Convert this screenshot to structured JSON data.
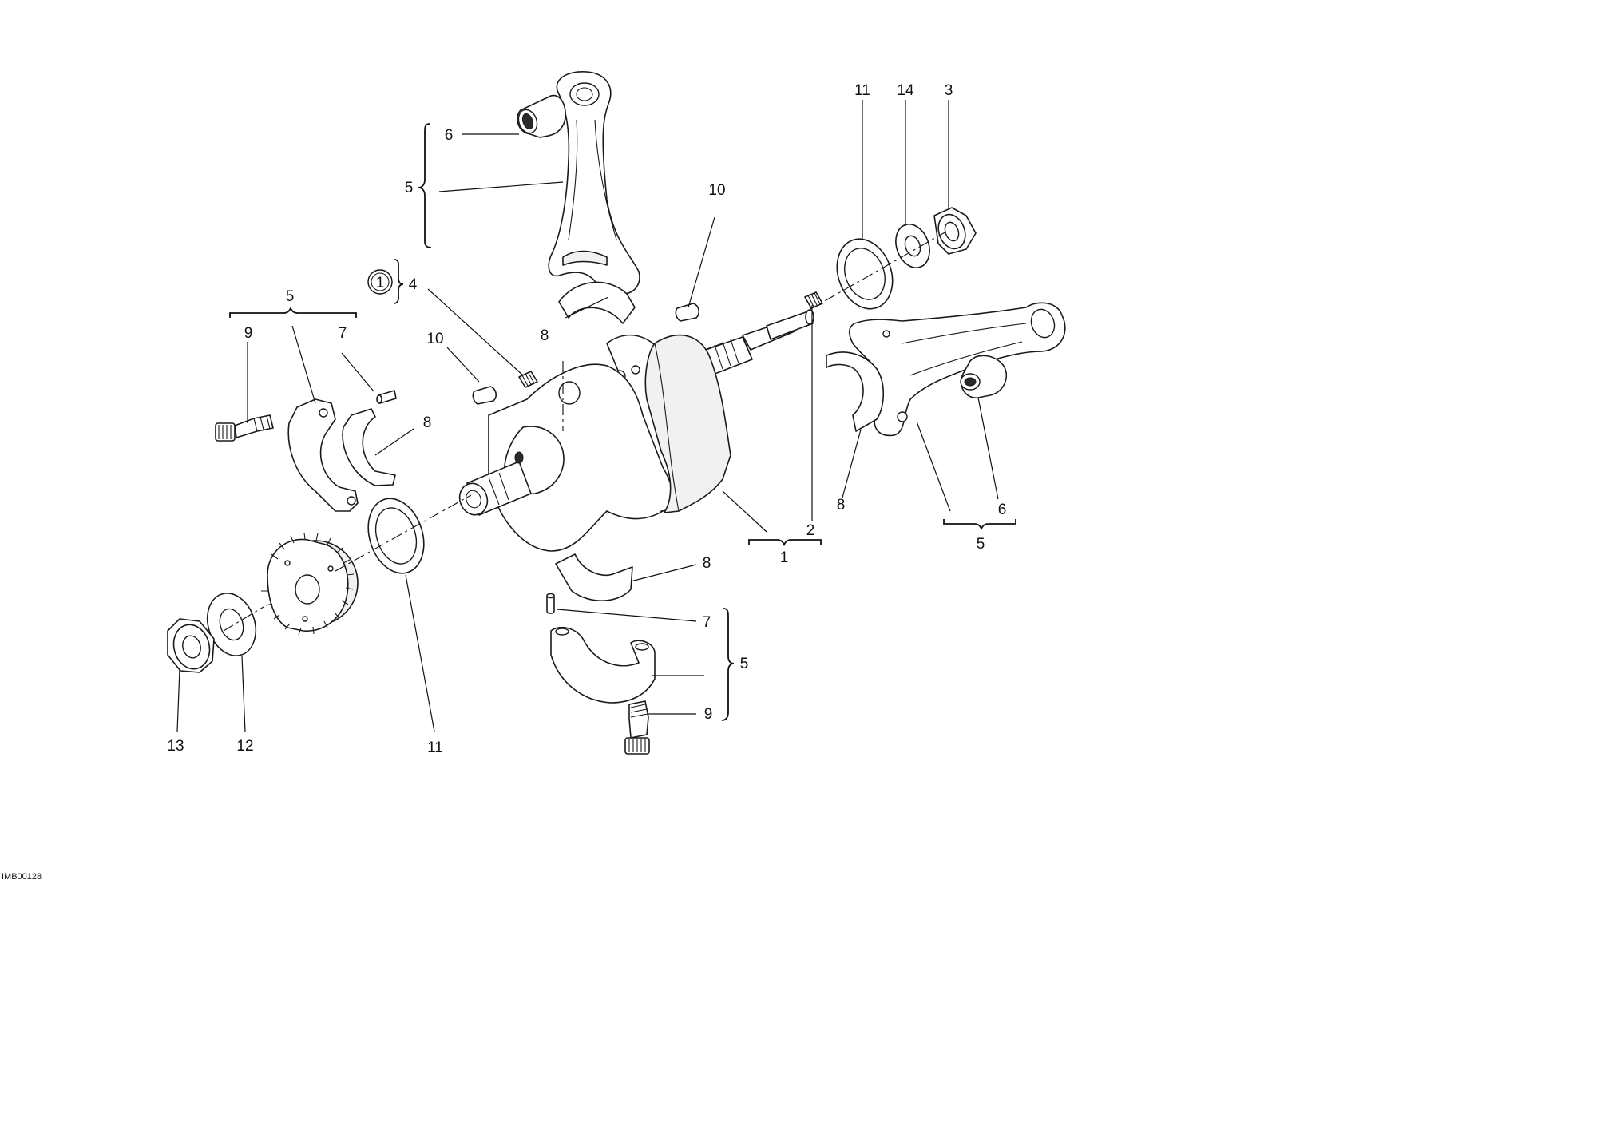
{
  "diagram_code": "IMB00128",
  "labels": {
    "rod_top_small_bush": "6",
    "rod_top_assembly": "5",
    "note_circle": "1",
    "grub_screw_left": "4",
    "left_cap_group": "5",
    "left_cap_screw": "9",
    "left_cap_pin": "7",
    "left_key": "10",
    "left_shell": "8",
    "rod_top_shell": "8",
    "right_key": "10",
    "right_thrust_washer": "11",
    "right_washer": "14",
    "right_nut": "3",
    "crank_plug": "2",
    "crankshaft_group": "1",
    "right_rod_shell": "8",
    "right_rod_bush": "6",
    "right_rod_group": "5",
    "bottom_shell": "8",
    "bottom_pin": "7",
    "bottom_cap_group": "5",
    "bottom_cap_screw": "9",
    "left_thrust_washer": "11",
    "gear_nut": "13",
    "gear_washer": "12"
  }
}
